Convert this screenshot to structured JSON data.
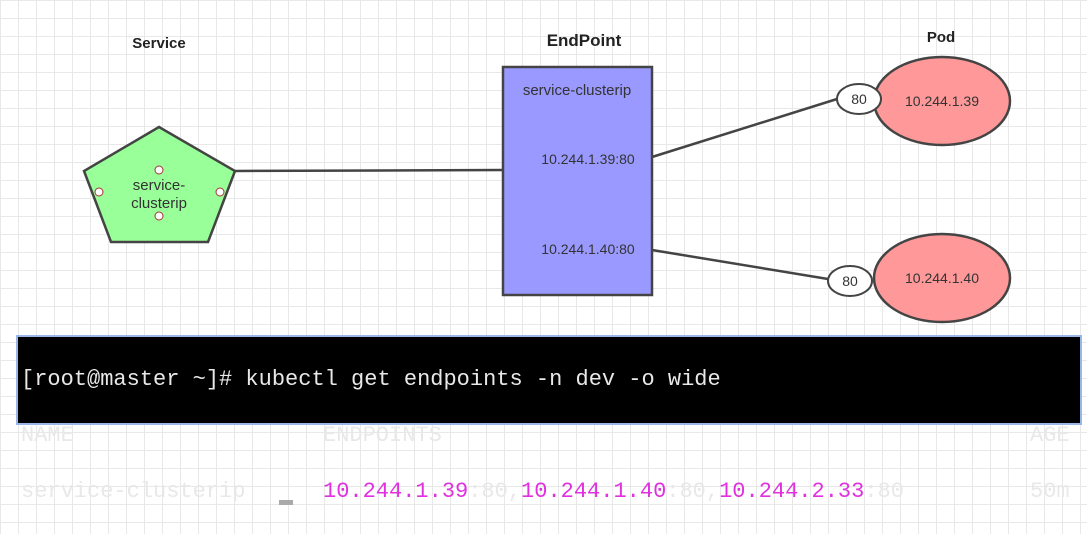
{
  "diagram": {
    "labels": {
      "service": "Service",
      "endpoint": "EndPoint",
      "pod": "Pod"
    },
    "service_node": {
      "line1": "service-",
      "line2": "clusterip",
      "color": "#99ff99"
    },
    "endpoint_node": {
      "title": "service-clusterip",
      "ep1": "10.244.1.39:80",
      "ep2": "10.244.1.40:80",
      "color": "#9999ff"
    },
    "pods": [
      {
        "ip": "10.244.1.39",
        "port": "80"
      },
      {
        "ip": "10.244.1.40",
        "port": "80"
      }
    ],
    "pod_color": "#ff9999"
  },
  "terminal": {
    "command": "[root@master ~]# kubectl get endpoints -n dev -o wide",
    "headers": {
      "name": "NAME",
      "endpoints": "ENDPOINTS",
      "age": "AGE"
    },
    "row": {
      "name": "service-clusterip",
      "ips": [
        "10.244.1.39",
        "10.244.1.40",
        "10.244.2.33"
      ],
      "port": ":80",
      "sep": ",",
      "age": "50m"
    }
  }
}
